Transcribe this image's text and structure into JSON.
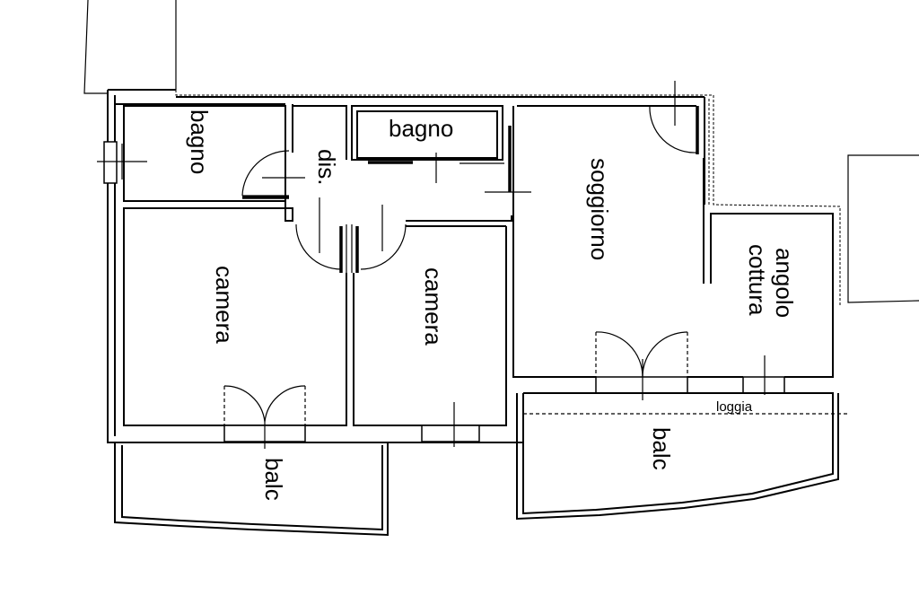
{
  "rooms": {
    "bagno_left": "bagno",
    "bagno_top": "bagno",
    "disimpegno": "dis.",
    "soggiorno": "soggiorno",
    "angolo_cottura_1": "angolo",
    "angolo_cottura_2": "cottura",
    "camera_left": "camera",
    "camera_right": "camera",
    "loggia": "loggia",
    "balc_left": "balc",
    "balc_right": "balc"
  }
}
